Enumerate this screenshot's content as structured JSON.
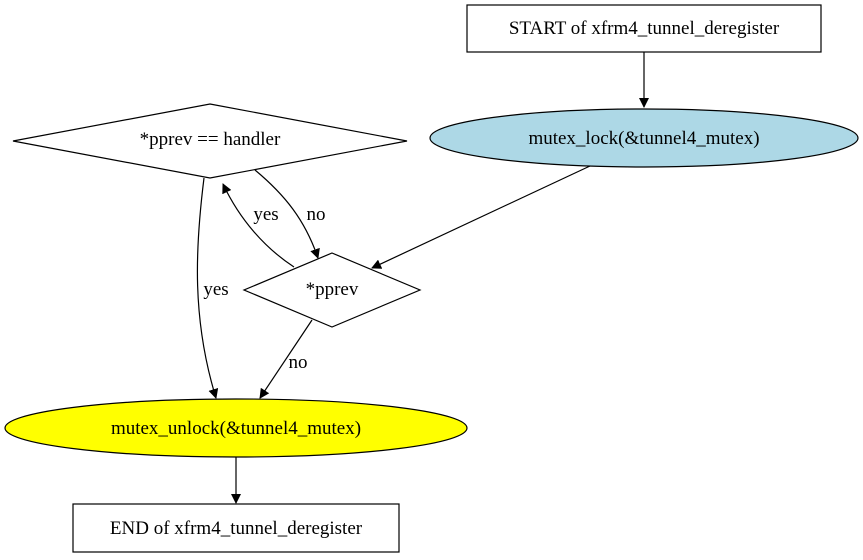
{
  "diagram": {
    "type": "flowchart",
    "nodes": {
      "start": {
        "label": "START of xfrm4_tunnel_deregister",
        "shape": "box",
        "fill": "#ffffff"
      },
      "lock": {
        "label": "mutex_lock(&tunnel4_mutex)",
        "shape": "ellipse",
        "fill": "#add8e6"
      },
      "cond_handler": {
        "label": "*pprev == handler",
        "shape": "diamond",
        "fill": "#ffffff"
      },
      "cond_pprev": {
        "label": "*pprev",
        "shape": "diamond",
        "fill": "#ffffff"
      },
      "unlock": {
        "label": "mutex_unlock(&tunnel4_mutex)",
        "shape": "ellipse",
        "fill": "#ffff00"
      },
      "end": {
        "label": "END of xfrm4_tunnel_deregister",
        "shape": "box",
        "fill": "#ffffff"
      }
    },
    "edges": [
      {
        "from": "start",
        "to": "lock",
        "label": ""
      },
      {
        "from": "lock",
        "to": "cond_pprev",
        "label": ""
      },
      {
        "from": "cond_pprev",
        "to": "cond_handler",
        "label": "yes"
      },
      {
        "from": "cond_handler",
        "to": "cond_pprev",
        "label": "no"
      },
      {
        "from": "cond_handler",
        "to": "unlock",
        "label": "yes"
      },
      {
        "from": "cond_pprev",
        "to": "unlock",
        "label": "no"
      },
      {
        "from": "unlock",
        "to": "end",
        "label": ""
      }
    ]
  }
}
